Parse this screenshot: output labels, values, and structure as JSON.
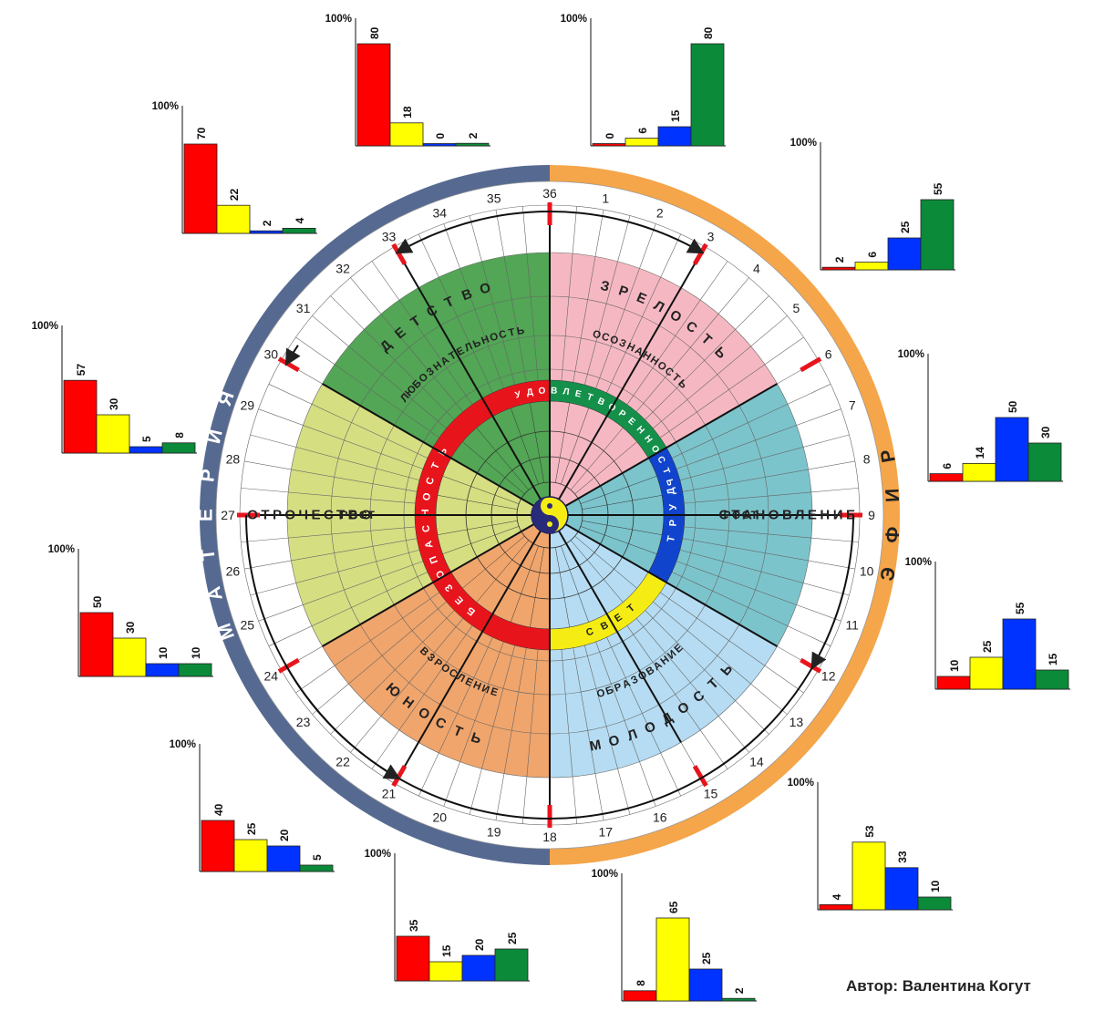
{
  "author": "Автор: Валентина Когут",
  "outer_ring": {
    "left_word": "МАТЕРИЯ",
    "right_word": "ЭФИР",
    "left_color": "#566a91",
    "right_color": "#f5a54a"
  },
  "numbers": [
    "1",
    "2",
    "3",
    "4",
    "5",
    "6",
    "7",
    "8",
    "9",
    "10",
    "11",
    "12",
    "13",
    "14",
    "15",
    "16",
    "17",
    "18",
    "19",
    "20",
    "21",
    "22",
    "23",
    "24",
    "25",
    "26",
    "27",
    "28",
    "29",
    "30",
    "31",
    "32",
    "33",
    "34",
    "35",
    "36"
  ],
  "sectors": [
    {
      "name": "ДЕТСТВО",
      "quality": "ЛЮБОЗНАТЕЛЬНОСТЬ",
      "color": "#52a655"
    },
    {
      "name": "ЗРЕЛОСТЬ",
      "quality": "ОСОЗНАННОСТЬ",
      "color": "#f5b8c2"
    },
    {
      "name": "СТАНОВЛЕНИЕ",
      "quality": "РОСТ",
      "color": "#7cc4cc"
    },
    {
      "name": "МОЛОДОСТЬ",
      "quality": "ОБРАЗОВАНИЕ",
      "color": "#b5dcf2"
    },
    {
      "name": "ЮНОСТЬ",
      "quality": "ВЗРОСЛЕНИЕ",
      "color": "#f0a56c"
    },
    {
      "name": "ОТРОЧЕСТВО",
      "quality": "РОСТ",
      "color": "#d6de82"
    }
  ],
  "inner_ring": [
    {
      "label": "БЕЗОПАСНОСТЬ",
      "color": "#e8141c"
    },
    {
      "label": "УДОВЛЕТВОРЕННОСТЬ",
      "color": "#14904a"
    },
    {
      "label": "ТРУД",
      "color": "#1144cc"
    },
    {
      "label": "СВЕТ",
      "color": "#f5ec14"
    }
  ],
  "bar_colors": [
    "#ff0000",
    "#ffff00",
    "#0033ff",
    "#0b8a3a"
  ],
  "chart_data": [
    {
      "type": "bar",
      "ytop": "100%",
      "values": [
        80,
        18,
        0,
        2
      ]
    },
    {
      "type": "bar",
      "ytop": "100%",
      "values": [
        0,
        6,
        15,
        80
      ]
    },
    {
      "type": "bar",
      "ytop": "100%",
      "values": [
        2,
        6,
        25,
        55
      ]
    },
    {
      "type": "bar",
      "ytop": "100%",
      "values": [
        6,
        14,
        50,
        30
      ]
    },
    {
      "type": "bar",
      "ytop": "100%",
      "values": [
        10,
        25,
        55,
        15
      ]
    },
    {
      "type": "bar",
      "ytop": "100%",
      "values": [
        4,
        53,
        33,
        10
      ]
    },
    {
      "type": "bar",
      "ytop": "100%",
      "values": [
        8,
        65,
        25,
        2
      ]
    },
    {
      "type": "bar",
      "ytop": "100%",
      "values": [
        35,
        15,
        20,
        25
      ]
    },
    {
      "type": "bar",
      "ytop": "100%",
      "values": [
        40,
        25,
        20,
        5
      ]
    },
    {
      "type": "bar",
      "ytop": "100%",
      "values": [
        50,
        30,
        10,
        10
      ]
    },
    {
      "type": "bar",
      "ytop": "100%",
      "values": [
        57,
        30,
        5,
        8
      ]
    },
    {
      "type": "bar",
      "ytop": "100%",
      "values": [
        70,
        22,
        2,
        4
      ]
    }
  ]
}
